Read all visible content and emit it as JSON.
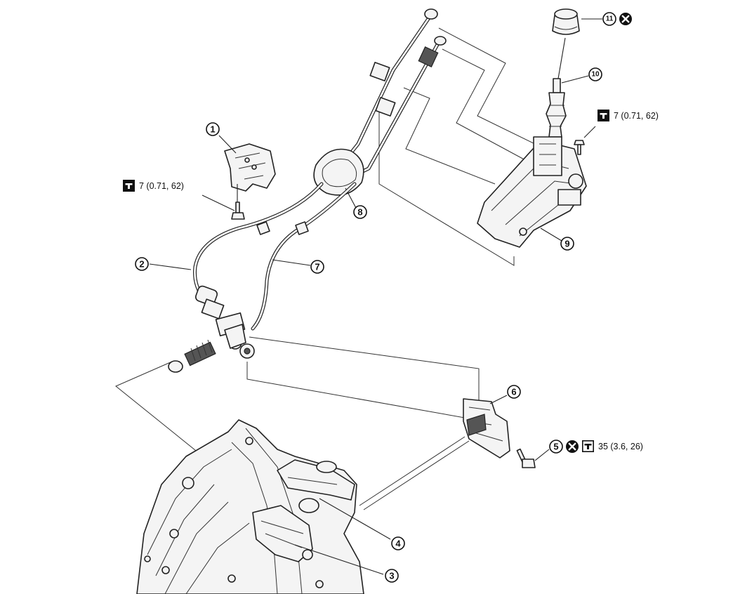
{
  "callouts": {
    "c1": "1",
    "c2": "2",
    "c3": "3",
    "c4": "4",
    "c5": "5",
    "c6": "6",
    "c7": "7",
    "c8": "8",
    "c9": "9",
    "c10": "10",
    "c11": "11"
  },
  "torque_specs": {
    "upper_right": "7 (0.71, 62)",
    "left": "7 (0.71, 62)",
    "bottom_right": "35 (3.6, 26)"
  },
  "icons": {
    "torque": "torque-wrench-icon",
    "non_reusable": "non-reusable-x-icon"
  }
}
